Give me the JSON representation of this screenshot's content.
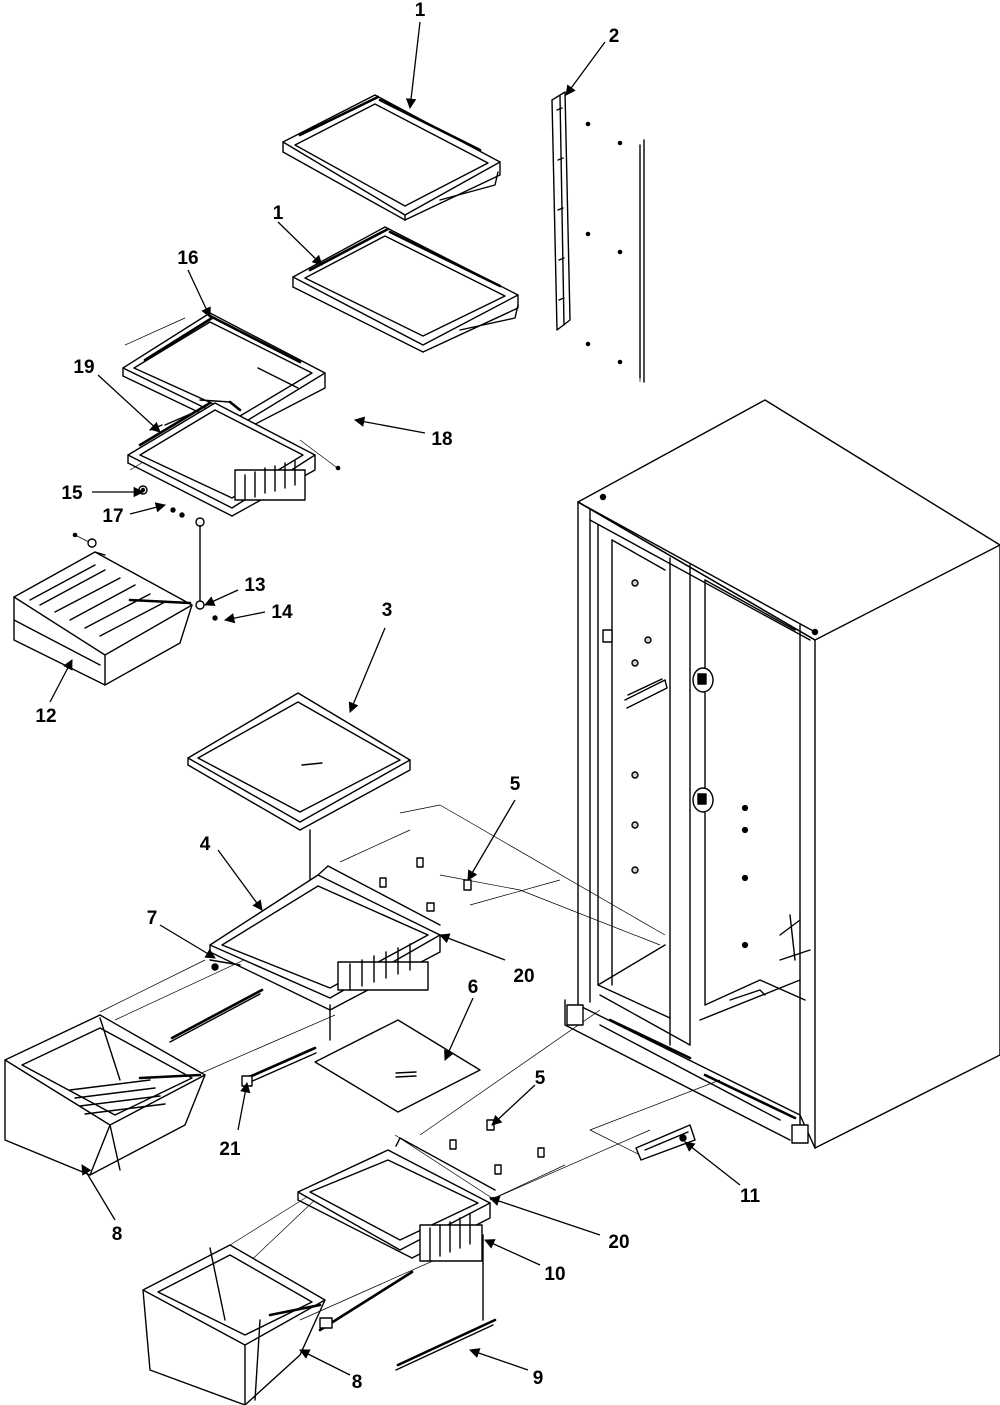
{
  "diagram": {
    "type": "exploded parts view",
    "callouts": [
      {
        "id": "c1a",
        "label": "1"
      },
      {
        "id": "c1b",
        "label": "1"
      },
      {
        "id": "c2",
        "label": "2"
      },
      {
        "id": "c3",
        "label": "3"
      },
      {
        "id": "c4",
        "label": "4"
      },
      {
        "id": "c5a",
        "label": "5"
      },
      {
        "id": "c5b",
        "label": "5"
      },
      {
        "id": "c6",
        "label": "6"
      },
      {
        "id": "c7",
        "label": "7"
      },
      {
        "id": "c8a",
        "label": "8"
      },
      {
        "id": "c8b",
        "label": "8"
      },
      {
        "id": "c9",
        "label": "9"
      },
      {
        "id": "c10",
        "label": "10"
      },
      {
        "id": "c11",
        "label": "11"
      },
      {
        "id": "c12",
        "label": "12"
      },
      {
        "id": "c13",
        "label": "13"
      },
      {
        "id": "c14",
        "label": "14"
      },
      {
        "id": "c15",
        "label": "15"
      },
      {
        "id": "c16",
        "label": "16"
      },
      {
        "id": "c17",
        "label": "17"
      },
      {
        "id": "c18",
        "label": "18"
      },
      {
        "id": "c19",
        "label": "19"
      },
      {
        "id": "c20a",
        "label": "20"
      },
      {
        "id": "c20b",
        "label": "20"
      },
      {
        "id": "c21",
        "label": "21"
      }
    ]
  }
}
